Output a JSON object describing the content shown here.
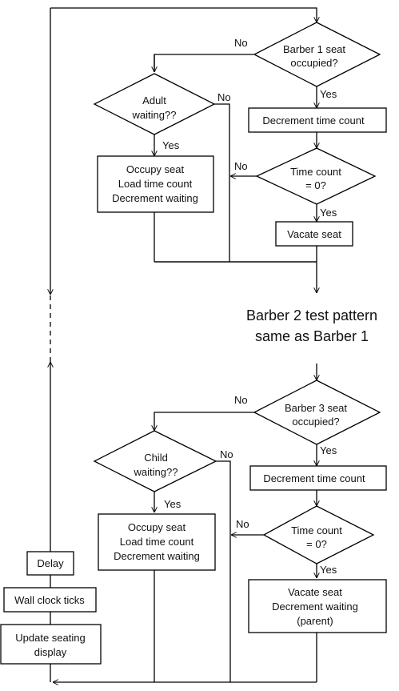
{
  "barber1": {
    "seat_check": [
      "Barber 1 seat",
      "occupied?"
    ],
    "waiting_check": [
      "Adult",
      "waiting??"
    ],
    "occupy_box": [
      "Occupy seat",
      "Load time count",
      "Decrement waiting"
    ],
    "decrement_box": "Decrement time count",
    "timecount_check": [
      "Time count",
      "= 0?"
    ],
    "vacate_box": [
      "Vacate seat"
    ]
  },
  "barber2_note": [
    "Barber 2 test pattern",
    "same as Barber 1"
  ],
  "barber3": {
    "seat_check": [
      "Barber 3 seat",
      "occupied?"
    ],
    "waiting_check": [
      "Child",
      "waiting??"
    ],
    "occupy_box": [
      "Occupy seat",
      "Load time count",
      "Decrement waiting"
    ],
    "decrement_box": "Decrement time count",
    "timecount_check": [
      "Time count",
      "= 0?"
    ],
    "vacate_box": [
      "Vacate seat",
      "Decrement waiting",
      "(parent)"
    ]
  },
  "main_loop": {
    "delay": "Delay",
    "wall_clock": "Wall clock ticks",
    "update_display": [
      "Update seating",
      "display"
    ]
  },
  "branch_labels": {
    "yes": "Yes",
    "no": "No"
  }
}
